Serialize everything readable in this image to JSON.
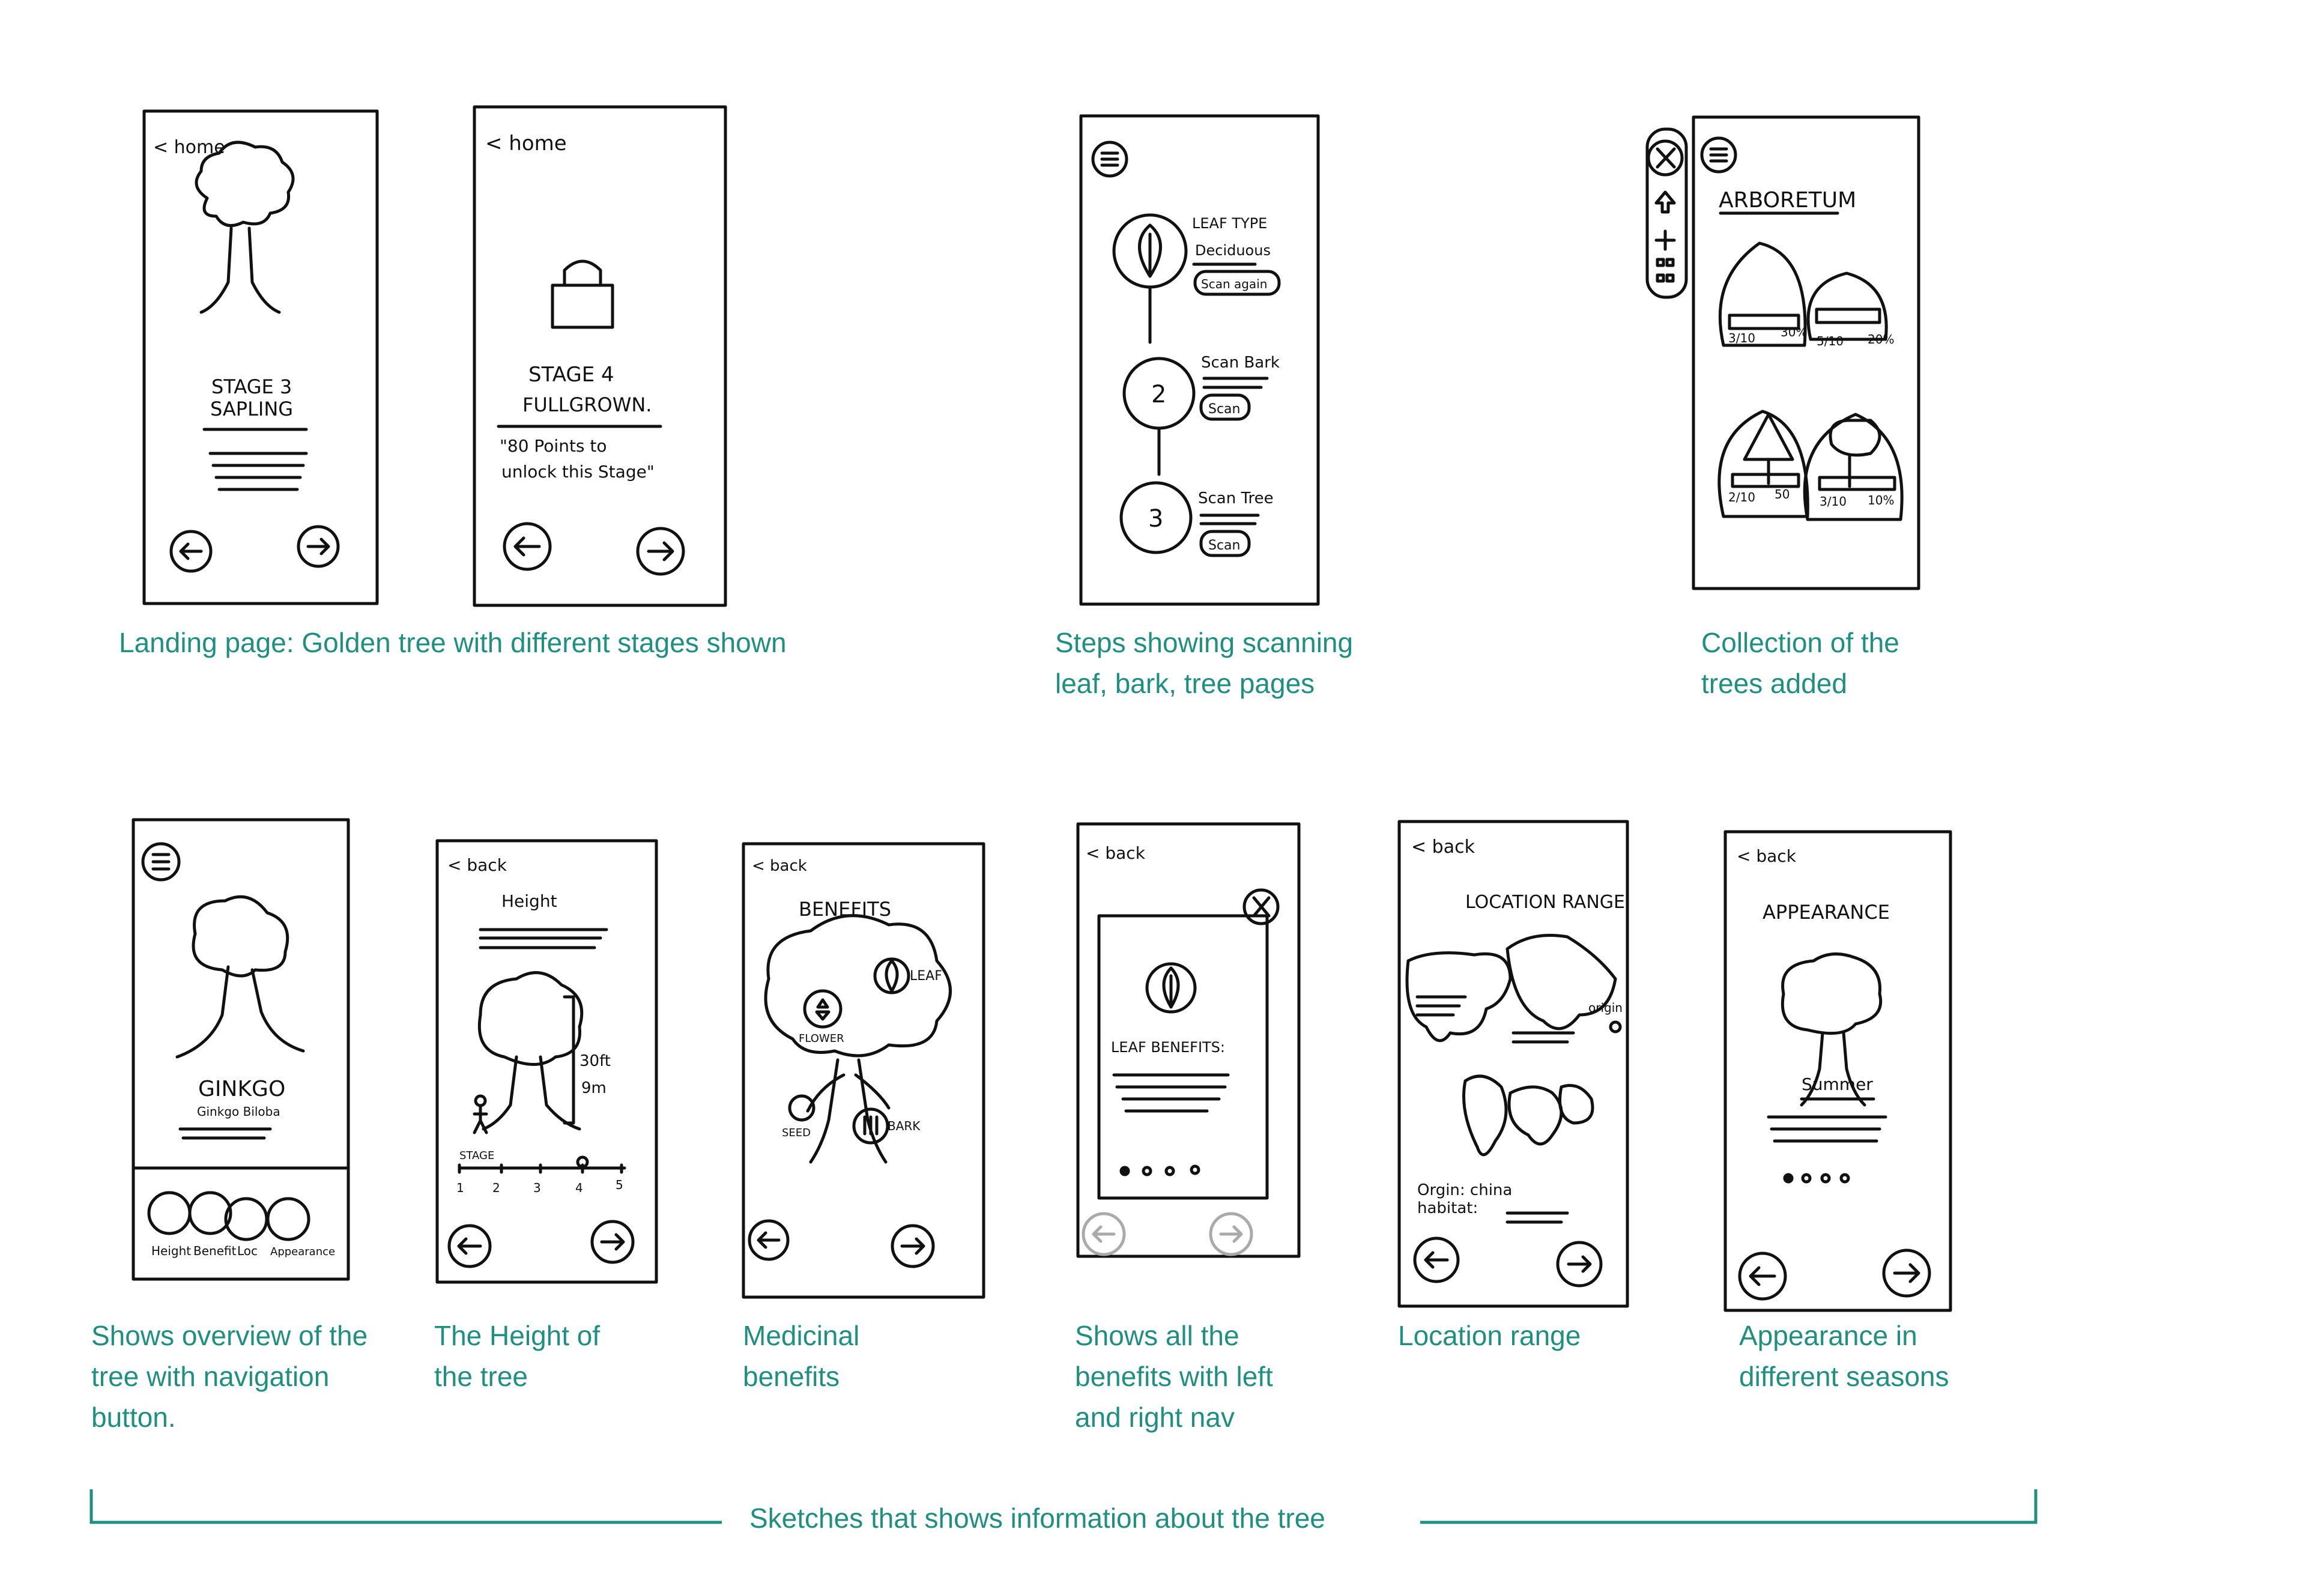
{
  "sketches": {
    "landing_stage3": {
      "back": "< home",
      "stage": "STAGE 3",
      "name": "SAPLING"
    },
    "landing_stage4": {
      "back": "< home",
      "stage": "STAGE 4",
      "name": "FULLGROWN.",
      "quote": "\"80 Points to",
      "quote2": "unlock this Stage\""
    },
    "scan_steps": {
      "step1_title": "LEAF TYPE",
      "step1_sub": "Deciduous",
      "step1_btn": "Scan again",
      "step2_title": "Scan Bark",
      "step2_btn": "Scan",
      "step3_title": "Scan Tree",
      "step3_btn": "Scan",
      "step2_num": "2",
      "step3_num": "3"
    },
    "arboretum": {
      "title": "ARBORETUM",
      "cards": [
        {
          "left": "3/10",
          "right": "30%"
        },
        {
          "left": "5/10",
          "right": "20%"
        },
        {
          "left": "2/10",
          "right": "50"
        },
        {
          "left": "3/10",
          "right": "10%"
        }
      ]
    },
    "overview": {
      "name": "GINKGO",
      "latin": "Ginkgo Biloba",
      "nav": [
        "Height",
        "Benefit",
        "Loc",
        "Appearance"
      ]
    },
    "height": {
      "back": "< back",
      "title": "Height",
      "measure1": "30ft",
      "measure2": "9m",
      "stage_label": "STAGE",
      "ticks": [
        "1",
        "2",
        "3",
        "4",
        "5"
      ]
    },
    "benefits": {
      "back": "< back",
      "title": "BENEFITS",
      "leaf": "LEAF",
      "flower": "FLOWER",
      "seed": "SEED",
      "bark": "BARK"
    },
    "leaf_benefits": {
      "back": "< back",
      "title": "LEAF BENEFITS:"
    },
    "location": {
      "back": "< back",
      "title": "LOCATION RANGE",
      "origin_tag": "origin",
      "origin": "Orgin: china",
      "habitat": "habitat:"
    },
    "appearance": {
      "back": "< back",
      "title": "APPEARANCE",
      "season": "Summer"
    }
  },
  "captions": {
    "landing": "Landing page: Golden tree with different stages shown",
    "scan": "Steps showing scanning\nleaf, bark, tree pages",
    "collection": "Collection of the\ntrees added",
    "overview": "Shows overview of the\ntree with navigation\nbutton.",
    "height": "The Height of\nthe tree",
    "medicinal": "Medicinal\nbenefits",
    "all_benefits": "Shows all the\nbenefits with left\nand right nav",
    "location": "Location range",
    "appearance": "Appearance in\ndifferent seasons"
  },
  "bracket_label": "Sketches that shows information about the tree",
  "colors": {
    "caption": "#1f8f80",
    "sketch": "#111111"
  }
}
